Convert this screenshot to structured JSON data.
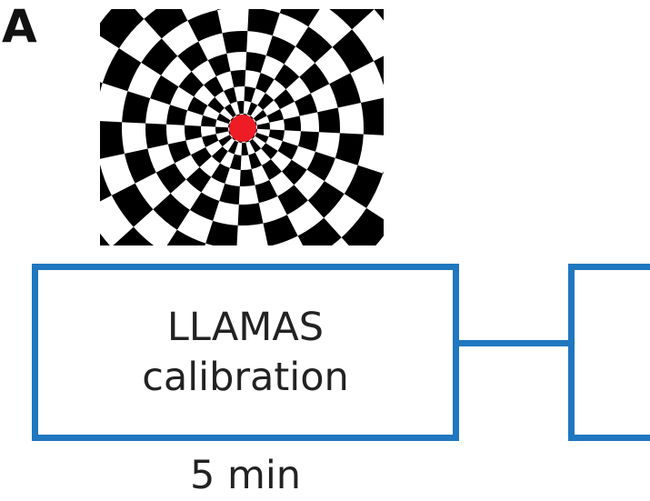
{
  "panel_label": "A",
  "stimulus": {
    "icon": "checkerboard-dartboard-icon",
    "fixation_color": "#ee1c25",
    "colors": {
      "dark": "#000000",
      "light": "#ffffff"
    }
  },
  "step": {
    "line1": "LLAMAS",
    "line2": "calibration",
    "duration": "5 min"
  },
  "colors": {
    "accent": "#1f77bf",
    "text": "#222222"
  }
}
